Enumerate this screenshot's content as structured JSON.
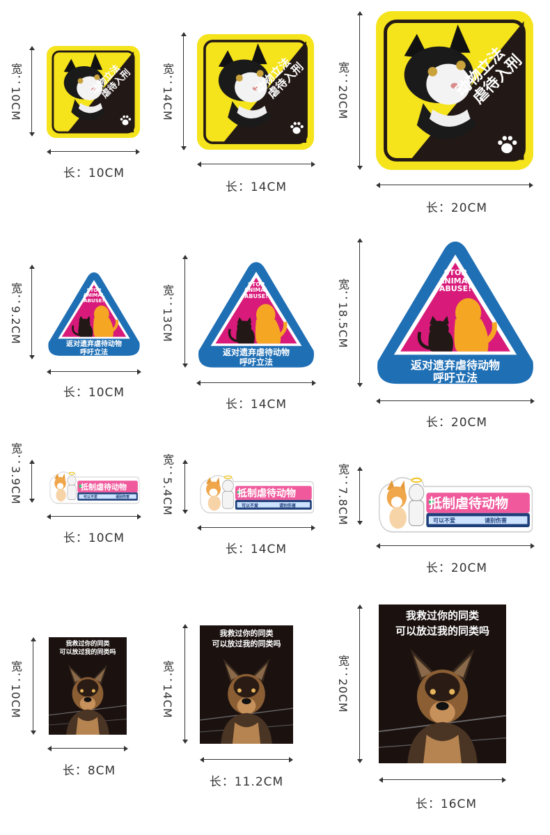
{
  "colors": {
    "yellow": "#f5e31b",
    "black": "#221815",
    "blue": "#1f6fb5",
    "magenta": "#d81a7a",
    "orange": "#f5a623",
    "pink": "#f05a9c",
    "dark_photo": "#1b1210"
  },
  "sticker_a": {
    "title": "动物立法",
    "subtitle": "虐待入刑",
    "icon": "paw-icon",
    "sizes": [
      {
        "length": "长：10CM",
        "width": "宽：10CM"
      },
      {
        "length": "长：14CM",
        "width": "宽：14CM"
      },
      {
        "length": "长：20CM",
        "width": "宽：20CM"
      }
    ]
  },
  "sticker_b": {
    "line1": "STOP",
    "line2": "ANIMAL",
    "line3": "ABUSE!",
    "cn1": "返对遗弃虐待动物",
    "cn2": "呼吁立法",
    "sizes": [
      {
        "length": "长：10CM",
        "width": "宽：9.2CM"
      },
      {
        "length": "长：14CM",
        "width": "宽：13CM"
      },
      {
        "length": "长：20CM",
        "width": "宽：18.5CM"
      }
    ]
  },
  "sticker_c": {
    "title": "抵制虐待动物",
    "left": "可以不爱",
    "right": "请别伤害",
    "sizes": [
      {
        "length": "长：10CM",
        "width": "宽：3.9CM"
      },
      {
        "length": "长：14CM",
        "width": "宽：5.4CM"
      },
      {
        "length": "长：20CM",
        "width": "宽：7.8CM"
      }
    ]
  },
  "sticker_d": {
    "line1": "我救过你的同类",
    "line2": "可以放过我的同类吗",
    "sizes": [
      {
        "length": "长：8CM",
        "width": "宽：10CM"
      },
      {
        "length": "长：11.2CM",
        "width": "宽：14CM"
      },
      {
        "length": "长：16CM",
        "width": "宽：20CM"
      }
    ]
  }
}
